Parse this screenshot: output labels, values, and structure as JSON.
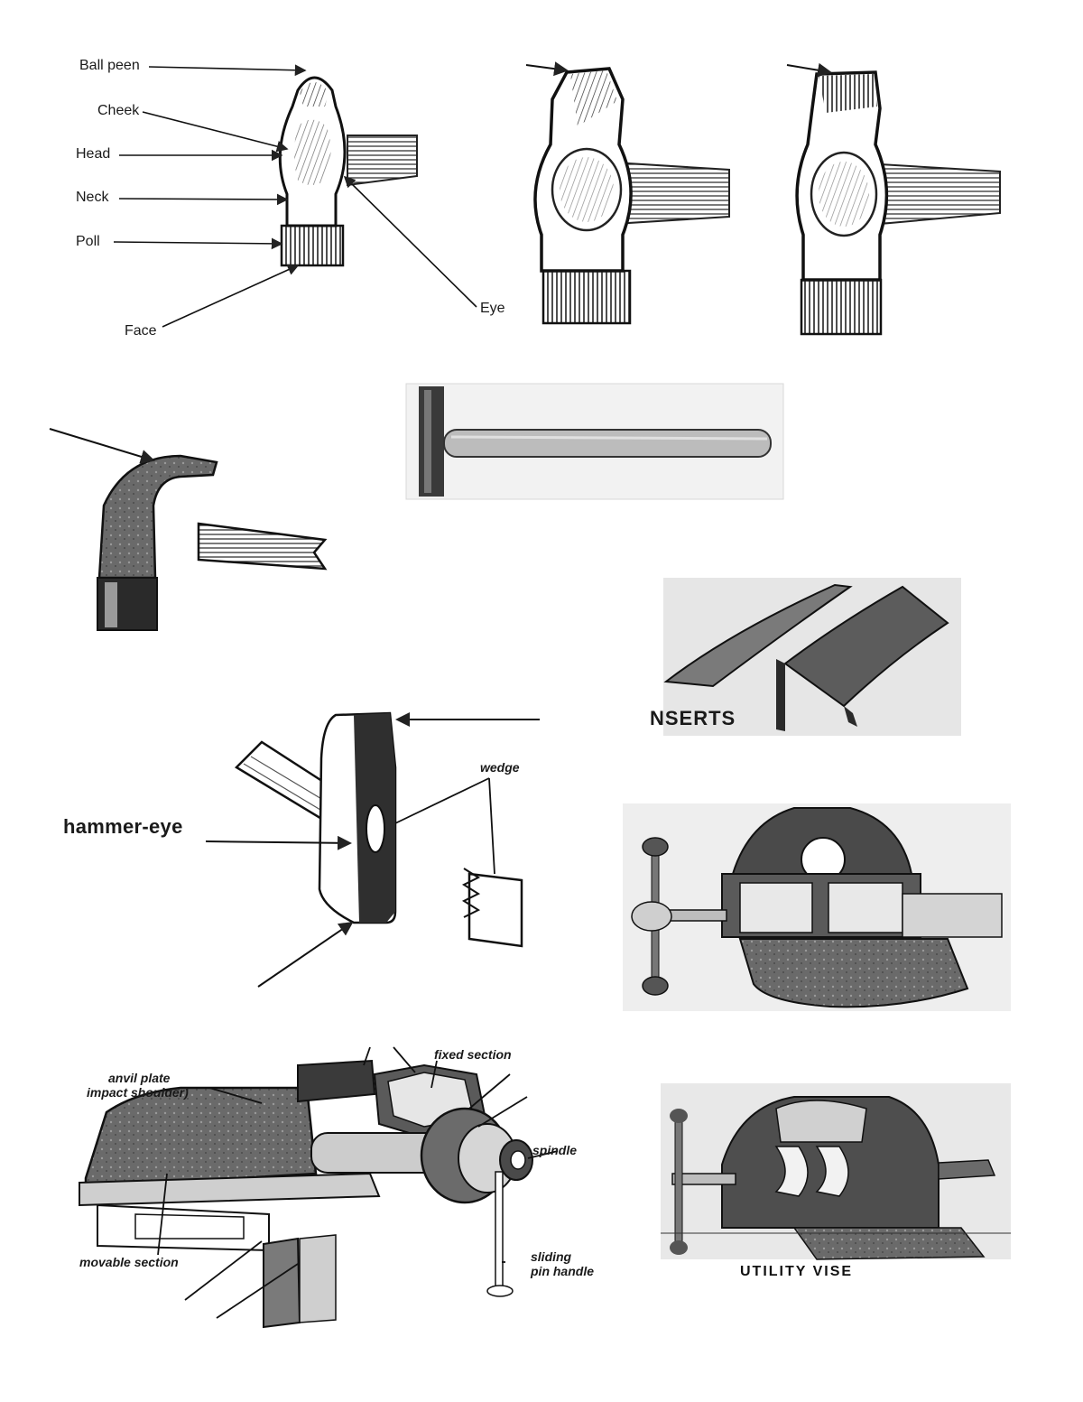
{
  "ball_peen_labels": {
    "ball_peen": "Ball peen",
    "cheek": "Cheek",
    "head": "Head",
    "neck": "Neck",
    "poll": "Poll",
    "face": "Face",
    "eye": "Eye"
  },
  "hammer_eye_labels": {
    "hammer_eye": "hammer-eye",
    "wedge": "wedge"
  },
  "jaw_inserts": {
    "label": "NSERTS"
  },
  "vise_labels": {
    "anvil_plate": "anvil plate",
    "impact_shoulder": "impact shoulder)",
    "fixed_section": "fixed section",
    "spindle": "spindle",
    "movable_section": "movable section",
    "sliding_pin_handle_line1": "sliding",
    "sliding_pin_handle_line2": "pin handle"
  },
  "bottom_caption": {
    "text": "UTILITY VISE"
  },
  "colors": {
    "ink": "#1a1a1a",
    "paper": "#ffffff",
    "shade_light": "#bdbdbd",
    "shade_mid": "#7a7a7a",
    "shade_dark": "#3a3a3a"
  }
}
